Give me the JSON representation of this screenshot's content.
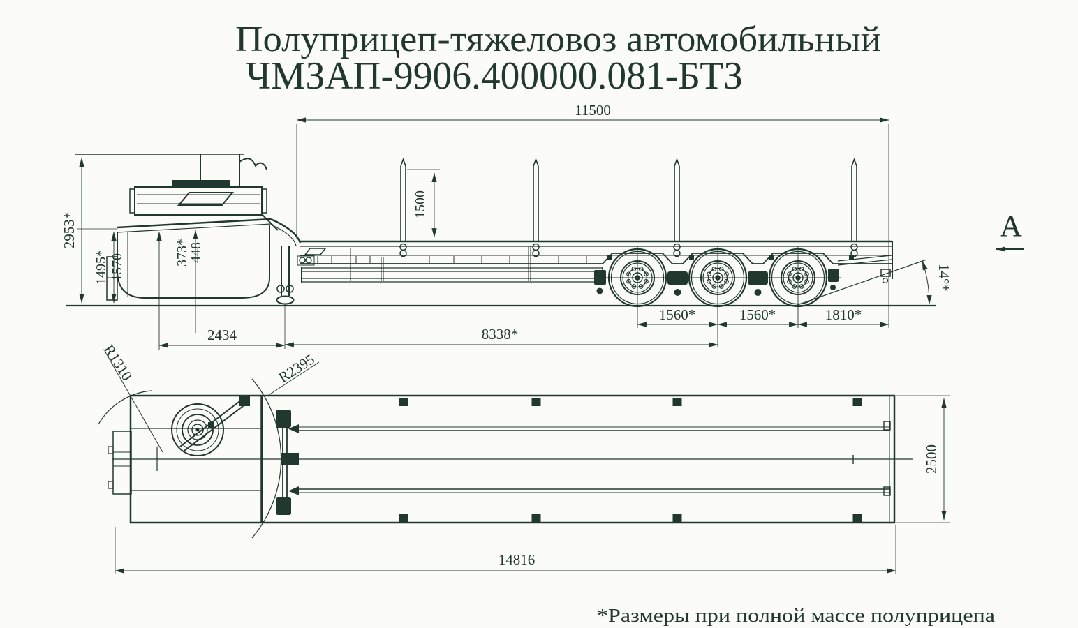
{
  "title": {
    "line1": "Полуприцеп-тяжеловоз автомобильный",
    "line2": "ЧМЗАП-9906.400000.081-БТЗ"
  },
  "side_view": {
    "dims": {
      "overall_length": "11500",
      "stake_height": "1500",
      "overall_height": "2953*",
      "coupling_height_laden": "1495*",
      "coupling_height_empty": "1570",
      "clearance_laden": "373*",
      "clearance_empty": "448",
      "kingpin_to_support": "2434",
      "kingpin_to_bogie": "8338*",
      "axle_spacing_1": "1560*",
      "axle_spacing_2": "1560*",
      "last_axle_to_rear": "1810*",
      "departure_angle": "14°*"
    },
    "view_label": "А"
  },
  "plan_view": {
    "dims": {
      "front_swing_radius": "R1310",
      "gooseneck_swing_radius": "R2395",
      "platform_width": "2500",
      "overall_length": "14816"
    }
  },
  "footnote": "*Размеры при полной массе полуприцепа",
  "colors": {
    "ink": "#21382f",
    "paper": "#fbfbf7"
  }
}
